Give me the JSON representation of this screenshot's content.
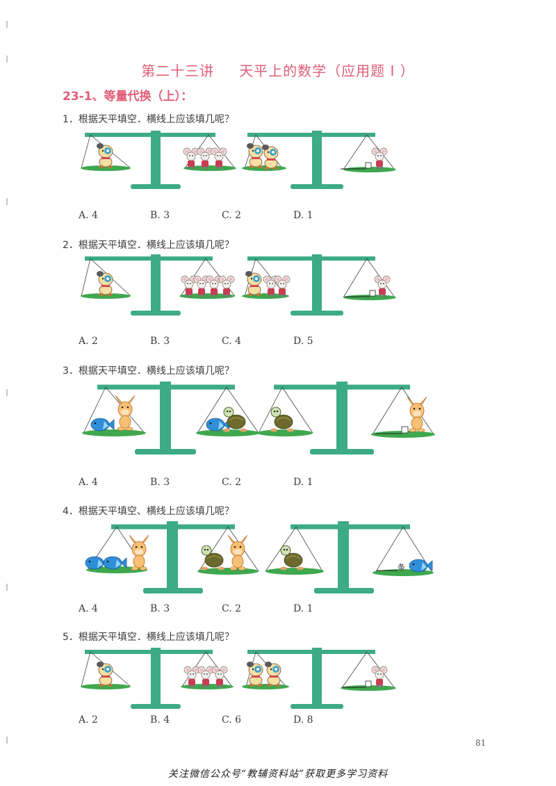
{
  "title": {
    "lecture": "第二十三讲",
    "topic": "天平上的数学（应用题 I ）"
  },
  "section": "23-1、等量代换（上）：",
  "questions": [
    {
      "prompt": "1．根据天平填空．横线上应该填几呢？",
      "options": [
        "A. 4",
        "B. 3",
        "C. 2",
        "D. 1"
      ]
    },
    {
      "prompt": "2．根据天平填空．横线上应该填几呢？",
      "options": [
        "A. 2",
        "B. 3",
        "C. 4",
        "D. 5"
      ]
    },
    {
      "prompt": "3．根据天平填空．横线上应该填几呢？",
      "options": [
        "A. 4",
        "B. 3",
        "C. 2",
        "D. 1"
      ]
    },
    {
      "prompt": "4．根据天平填空、横线上应该填几呢？",
      "options": [
        "A. 4",
        "B. 3",
        "C. 2",
        "D. 1"
      ]
    },
    {
      "prompt": "5．根据天平填空．横线上应该填几呢？",
      "options": [
        "A. 2",
        "B. 4",
        "C. 6",
        "D. 8"
      ]
    }
  ],
  "blank_unit_q4": "条",
  "page_number": "81",
  "footer": "关注微信公众号“教辅资料站”获取更多学习资料",
  "colors": {
    "accent": "#e05e78",
    "balance": "#3dab86",
    "grass": "#3fa84f",
    "fish": "#2f8fd8"
  }
}
